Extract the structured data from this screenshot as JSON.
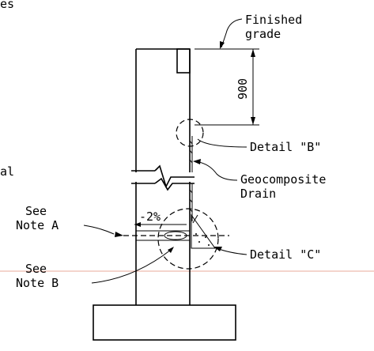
{
  "labels": {
    "top_left_fragment": "es",
    "mid_left_fragment": "al",
    "finished_grade_line1": "Finished",
    "finished_grade_line2": "grade",
    "dimension": "900",
    "detail_b": "Detail \"B\"",
    "geocomposite_line1": "Geocomposite",
    "geocomposite_line2": "Drain",
    "see_note_a_line1": "See",
    "see_note_a_line2": "Note A",
    "slope": "-2%",
    "detail_c": "Detail \"C\"",
    "see_note_b_line1": "See",
    "see_note_b_line2": "Note B"
  },
  "colors": {
    "line": "#000000",
    "guide_line": "#e8a89a"
  }
}
